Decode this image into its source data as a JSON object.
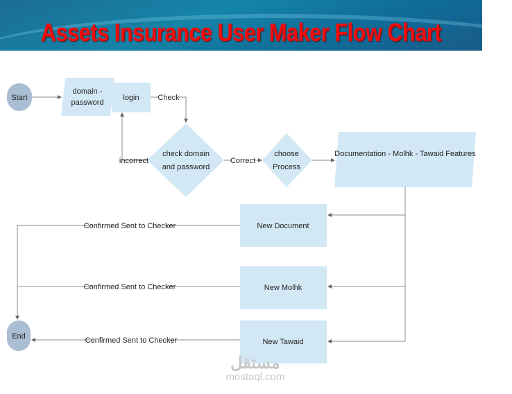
{
  "title": "Assets Insurance User Maker Flow Chart",
  "nodes": {
    "start": "Start",
    "domain_line1": "domain -",
    "domain_line2": "password",
    "login": "login",
    "check_line1": "check domain",
    "check_line2": "and password",
    "choose_line1": "choose",
    "choose_line2": "Process",
    "features": "Documentation - Molhk - Tawaid  Features",
    "new_document": "New Document",
    "new_molhk": "New Molhk",
    "new_tawaid": "New Tawaid",
    "end": "End"
  },
  "edges": {
    "check": "Check",
    "incorrect": "incorrect",
    "correct": "Correct",
    "confirmed1": "Confirmed Sent to Checker",
    "confirmed2": "Confirmed Sent to Checker",
    "confirmed3": "Confirmed Sent to Checker"
  },
  "watermark": {
    "arabic": "مستقل",
    "latin": "mostaql.com"
  },
  "colors": {
    "box": "#d3e8f5",
    "terminal": "#a9bdd3",
    "line": "#777777",
    "title": "#f20d0d"
  }
}
